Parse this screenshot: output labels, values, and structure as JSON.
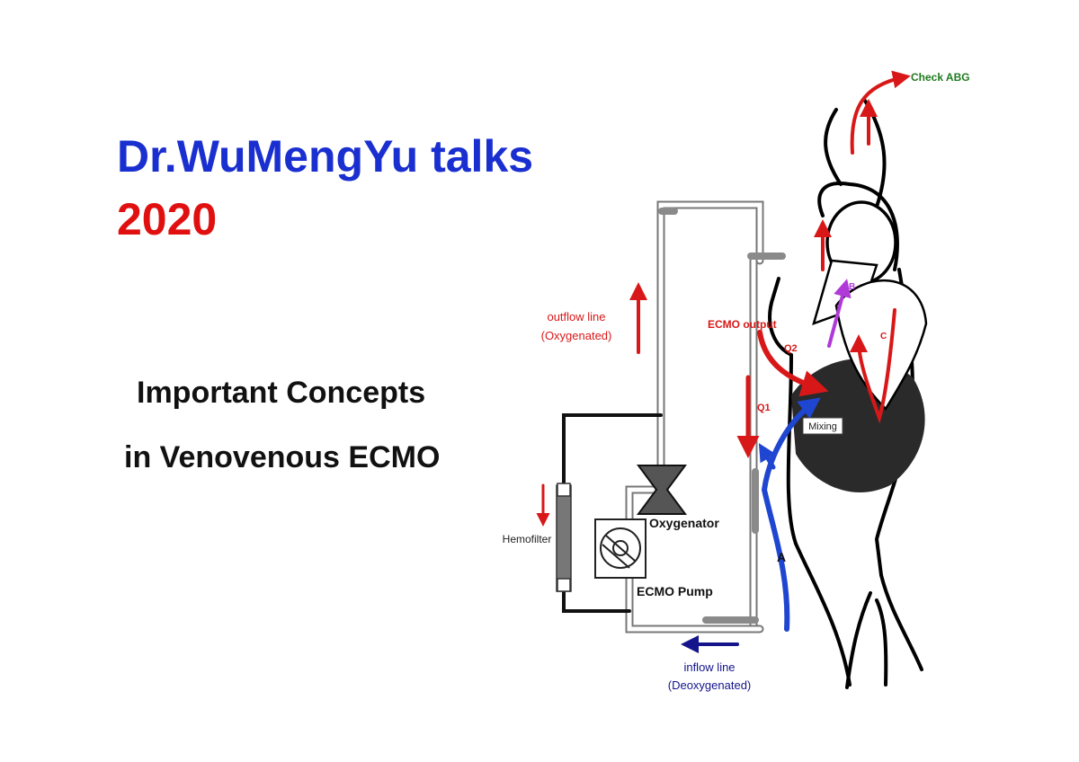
{
  "slide": {
    "title_line1": "Dr.WuMengYu talks",
    "title_line2": "2020",
    "subtitle_line1": "Important Concepts",
    "subtitle_line2": "in Venovenous ECMO"
  },
  "diagram": {
    "check_abg": "Check ABG",
    "outflow_line": "outflow line",
    "outflow_oxygenated": "(Oxygenated)",
    "ecmo_output": "ECMO output",
    "q2": "Q2",
    "q1": "Q1",
    "mixing": "Mixing",
    "oxygenator": "Oxygenator",
    "hemofilter": "Hemofilter",
    "ecmo_pump": "ECMO Pump",
    "inflow_line": "inflow line",
    "inflow_deoxygenated": "(Deoxygenated)",
    "label_a": "A",
    "label_b": "B",
    "label_c": "C"
  },
  "colors": {
    "title_blue": "#1a2fd0",
    "title_red": "#e01010",
    "oxygenated_red": "#d81818",
    "deoxygenated_blue": "#1f46d0",
    "inflow_navy": "#14148c",
    "check_green": "#1f7a1f",
    "b_purple": "#b03ad8"
  }
}
